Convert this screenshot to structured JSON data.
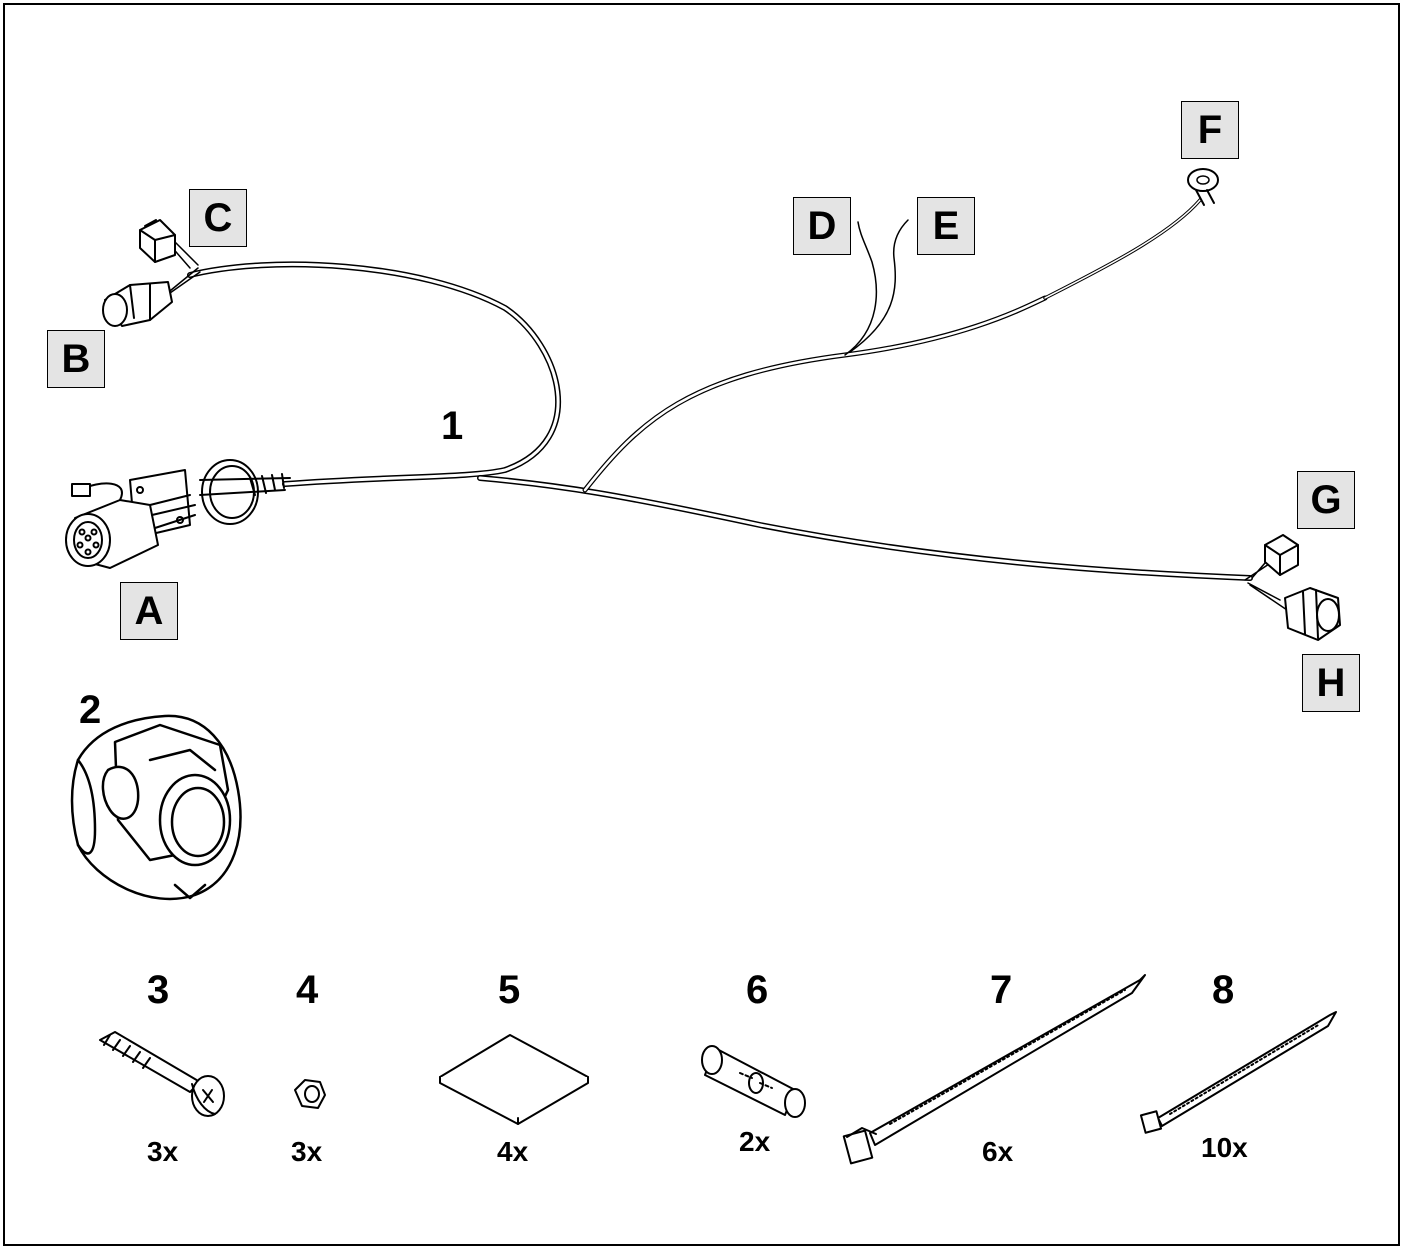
{
  "connector_labels": {
    "a": "A",
    "b": "B",
    "c": "C",
    "d": "D",
    "e": "E",
    "f": "F",
    "g": "G",
    "h": "H"
  },
  "parts": {
    "harness": {
      "number": "1"
    },
    "socket": {
      "number": "2"
    },
    "screw": {
      "number": "3",
      "qty": "3x"
    },
    "nut": {
      "number": "4",
      "qty": "3x"
    },
    "pad": {
      "number": "5",
      "qty": "4x"
    },
    "butt_connector": {
      "number": "6",
      "qty": "2x"
    },
    "cable_tie_large": {
      "number": "7",
      "qty": "6x"
    },
    "cable_tie_small": {
      "number": "8",
      "qty": "10x"
    }
  }
}
